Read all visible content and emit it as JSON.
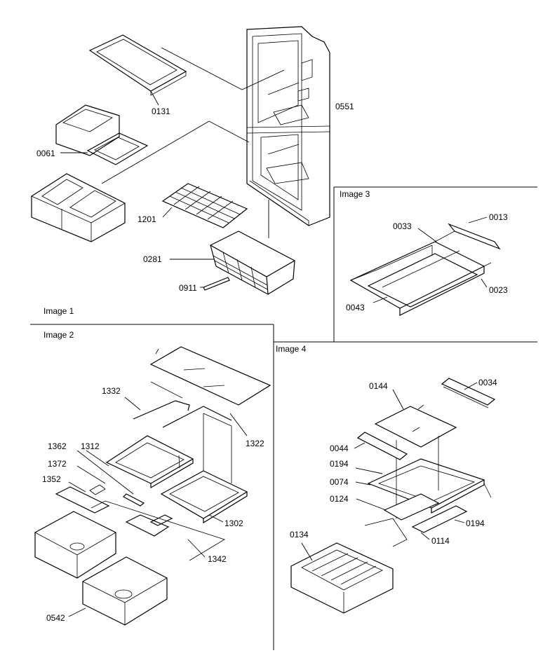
{
  "panels": {
    "image1": "Image 1",
    "image2": "Image 2",
    "image3": "Image 3",
    "image4": "Image 4"
  },
  "parts": {
    "p0131": "0131",
    "p0551": "0551",
    "p0061": "0061",
    "p1201": "1201",
    "p0281": "0281",
    "p0911": "0911",
    "p0033": "0033",
    "p0013": "0013",
    "p0023": "0023",
    "p0043": "0043",
    "p1332": "1332",
    "p1322": "1322",
    "p1362": "1362",
    "p1312": "1312",
    "p1372": "1372",
    "p1352": "1352",
    "p1302": "1302",
    "p1342": "1342",
    "p0542": "0542",
    "p0144": "0144",
    "p0034": "0034",
    "p0044": "0044",
    "p0194a": "0194",
    "p0074": "0074",
    "p0124": "0124",
    "p0194b": "0194",
    "p0134": "0134",
    "p0114": "0114"
  }
}
